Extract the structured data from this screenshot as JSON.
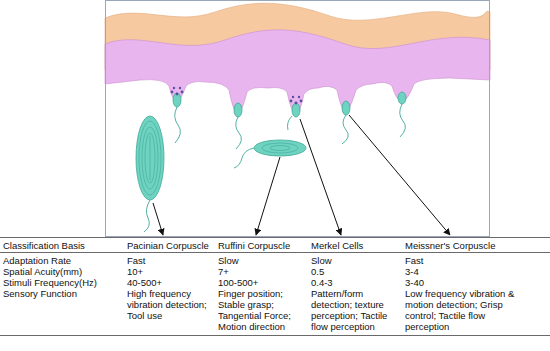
{
  "diagram": {
    "labels": [
      "Classification Basis",
      "Pacinian Corpuscle",
      "Ruffini Corpuscle",
      "Merkel Cells",
      "Meissner's Corpuscle",
      "Adaptation Rate",
      "Fast",
      "Slow",
      "Slow",
      "Fast",
      "Spatial Acuity(mm)",
      "10+",
      "7+",
      "0.5",
      "3-4",
      "Stimuli Frequency(Hz)",
      "40-500+",
      "100-500+",
      "0.4-3",
      "3-40",
      "Sensory Function",
      "High frequency vibration detection; Tool use",
      "Finger position; Stable grasp; Tangential Force; Motion direction",
      "Pattern/form detection; texture perception; Tactile flow perception",
      "Low frequency vibration & motion detection; Grisp control; Tactile flow perception"
    ]
  }
}
